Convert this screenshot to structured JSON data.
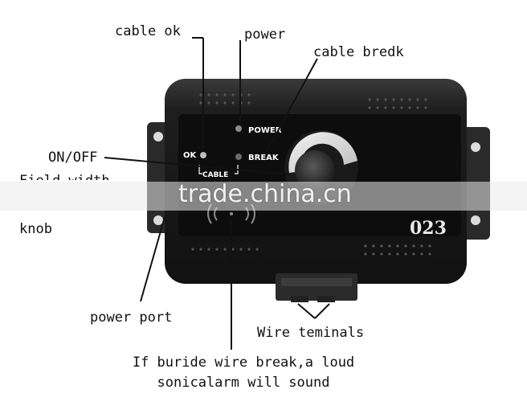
{
  "callouts": {
    "cable_ok": "cable ok",
    "power": "power",
    "cable_break": "cable bredk",
    "on_off": "ON/OFF",
    "field_width": "Field width",
    "knob": "knob",
    "power_port": "power port",
    "wire_terminals": "Wire teminals",
    "alarm_line1": "If buride wire break,a loud",
    "alarm_line2": "sonicalarm will sound"
  },
  "panel": {
    "power_label": "POWER",
    "break_label": "BREAK",
    "ok_label": "OK",
    "cable_label": "CABLE",
    "model_number": "023"
  },
  "watermark": "trade.china.cn",
  "colors": {
    "device_body": "#1b1b1b",
    "panel_face": "#0d0d0d",
    "label_text": "#111111",
    "model_text": "#e8e8e8"
  },
  "icons": {
    "power_led": "power-led-icon",
    "break_led": "break-led-icon",
    "ok_led": "ok-led-icon",
    "speaker": "speaker-waves-icon",
    "knob": "rotary-knob-icon"
  }
}
